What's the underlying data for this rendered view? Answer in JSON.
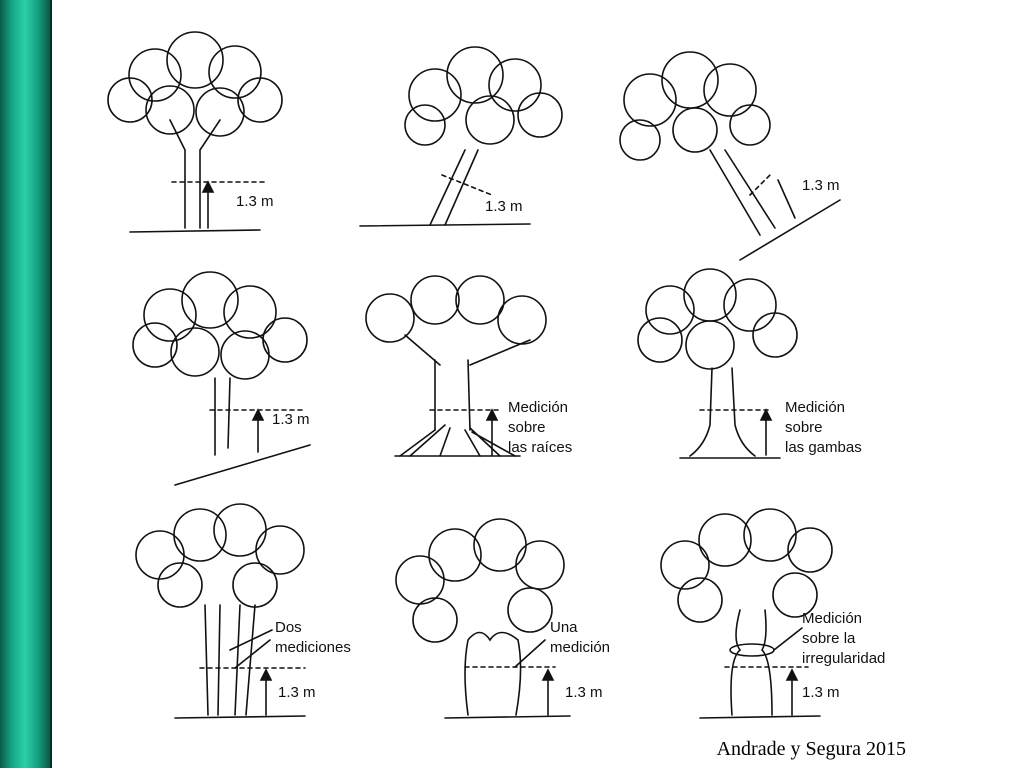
{
  "citation": "Andrade y Segura 2015",
  "theme": {
    "sidebar": "#17a888",
    "ink": "#111111"
  },
  "panels": [
    {
      "id": "straight",
      "labels": [
        "1.3 m"
      ]
    },
    {
      "id": "leaning",
      "labels": [
        "1.3 m"
      ]
    },
    {
      "id": "slope",
      "labels": [
        "1.3 m"
      ]
    },
    {
      "id": "slope-uphill",
      "labels": [
        "1.3 m"
      ]
    },
    {
      "id": "roots",
      "labels": [
        "Medición",
        "sobre",
        "las raíces"
      ]
    },
    {
      "id": "buttress",
      "labels": [
        "Medición",
        "sobre",
        "las gambas"
      ]
    },
    {
      "id": "forked-low",
      "labels": [
        "Dos",
        "mediciones",
        "1.3 m"
      ]
    },
    {
      "id": "forked-high",
      "labels": [
        "Una",
        "medición",
        "1.3 m"
      ]
    },
    {
      "id": "irregular",
      "labels": [
        "Medición",
        "sobre la",
        "irregularidad",
        "1.3 m"
      ]
    }
  ]
}
